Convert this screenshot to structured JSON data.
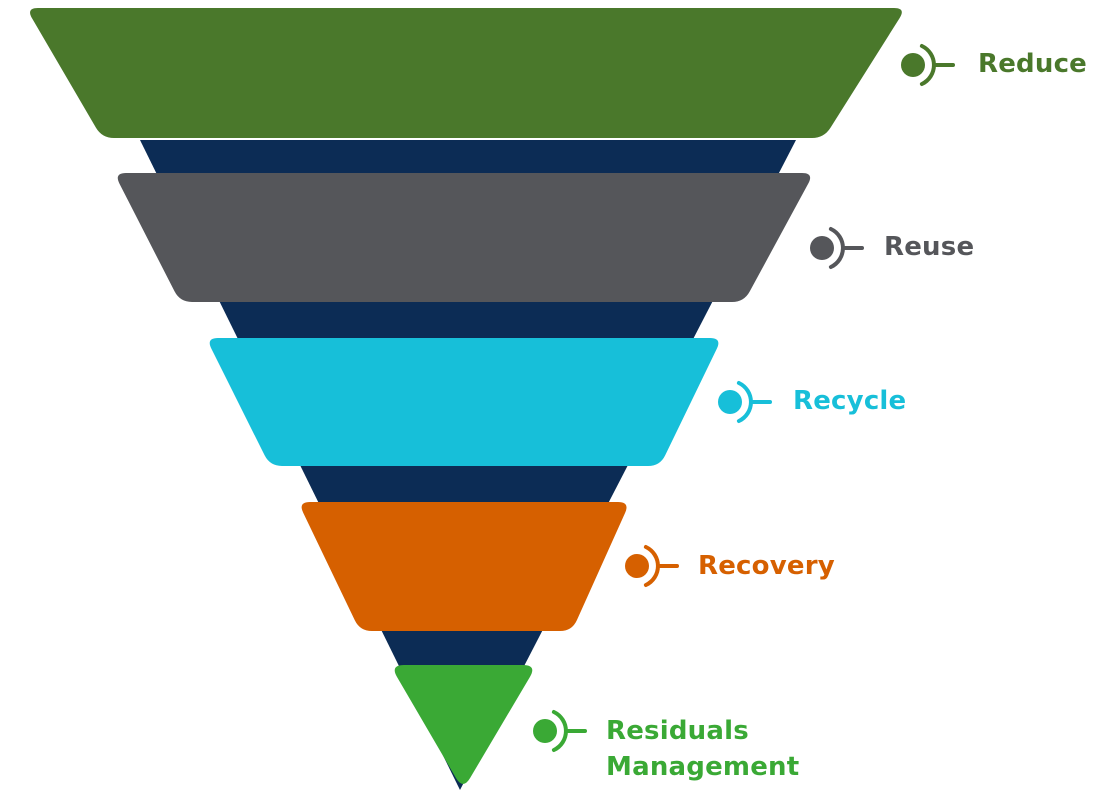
{
  "colors": {
    "background": "#ffffff",
    "backbone": "#0c2c55",
    "reduce": "#4a782b",
    "reuse": "#55565a",
    "recycle": "#17bfd9",
    "recovery": "#d66000",
    "residuals": "#3aa935"
  },
  "tiers": [
    {
      "id": "reduce",
      "label_lines": [
        "Reduce"
      ],
      "color": "#4a782b",
      "icon": "circle-bracket-icon"
    },
    {
      "id": "reuse",
      "label_lines": [
        "Reuse"
      ],
      "color": "#55565a",
      "icon": "circle-bracket-icon"
    },
    {
      "id": "recycle",
      "label_lines": [
        "Recycle"
      ],
      "color": "#17bfd9",
      "icon": "circle-bracket-icon"
    },
    {
      "id": "recovery",
      "label_lines": [
        "Recovery"
      ],
      "color": "#d66000",
      "icon": "circle-bracket-icon"
    },
    {
      "id": "residuals",
      "label_lines": [
        "Residuals",
        "Management"
      ],
      "color": "#3aa935",
      "icon": "circle-bracket-icon"
    }
  ]
}
